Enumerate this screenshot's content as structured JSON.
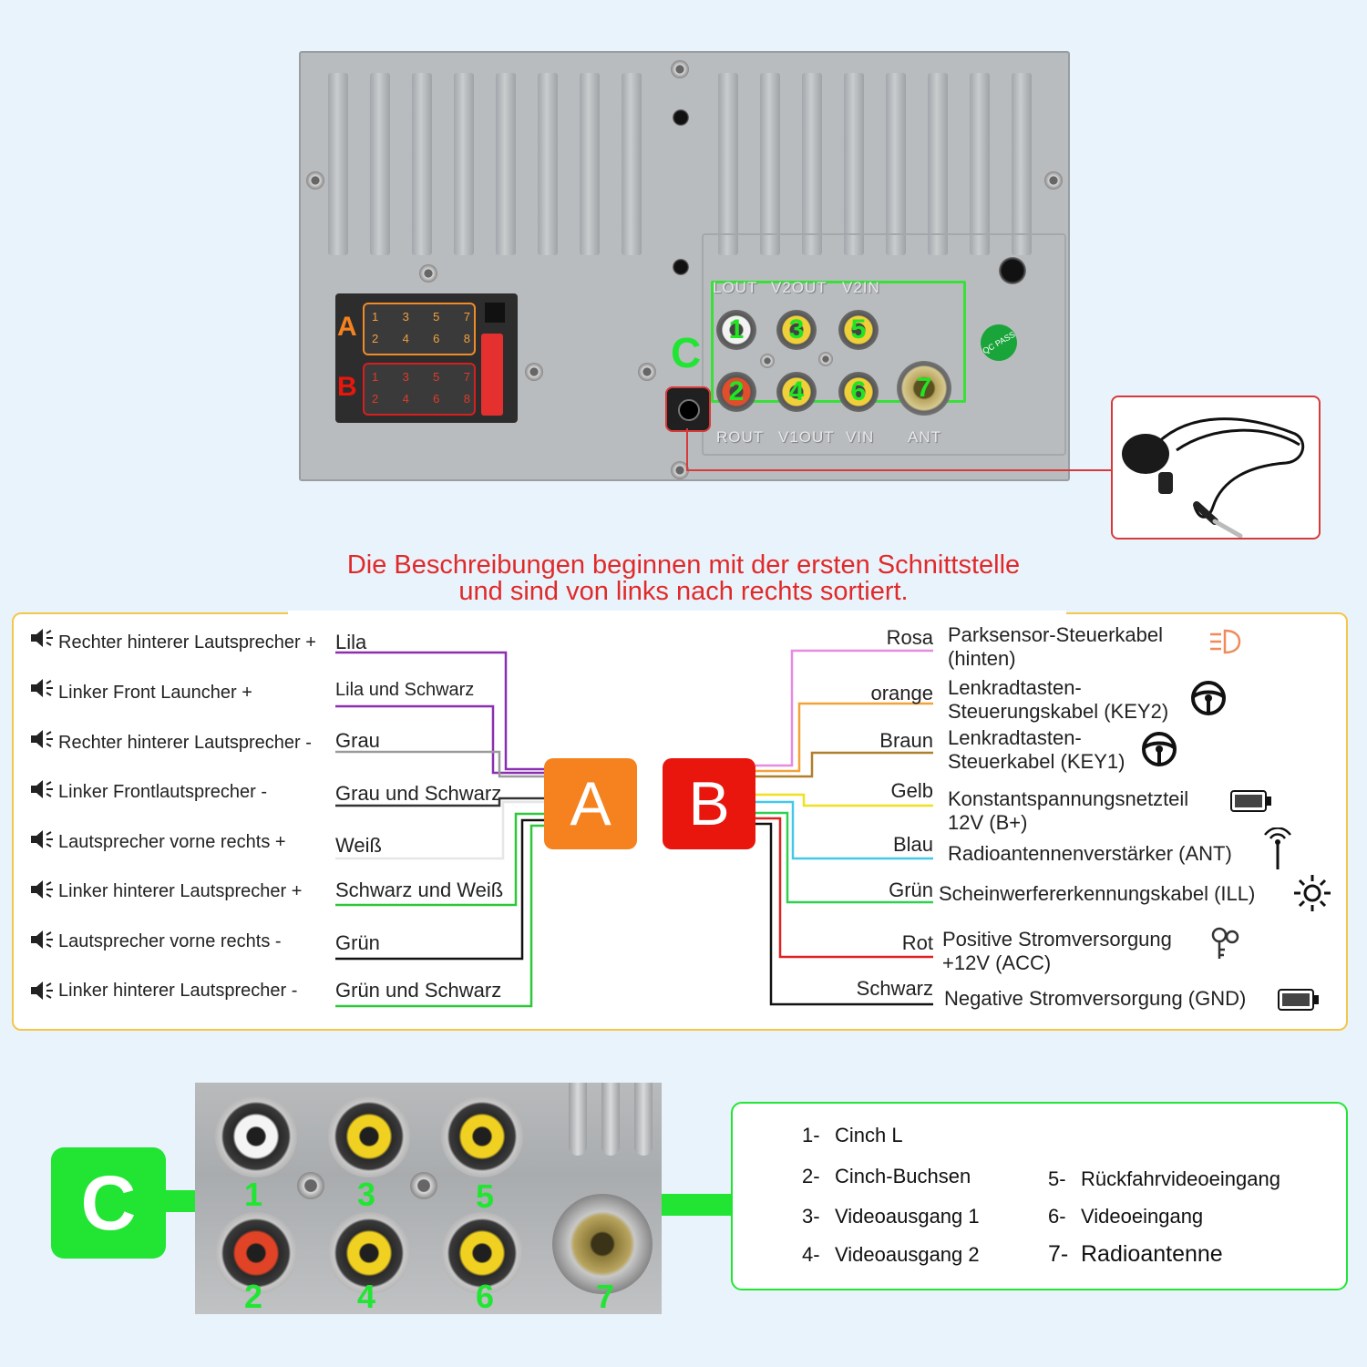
{
  "unit": {
    "connector_a_letter": "A",
    "connector_b_letter": "B",
    "connector_c_letter": "C",
    "pins_top": [
      "1",
      "3",
      "5",
      "7"
    ],
    "pins_bottom": [
      "2",
      "4",
      "6",
      "8"
    ],
    "rca_numbers": [
      "1",
      "3",
      "5",
      "2",
      "4",
      "6",
      "7"
    ],
    "port_labels_top": [
      "LOUT",
      "V2OUT",
      "V2IN"
    ],
    "port_labels_bottom": [
      "ROUT",
      "V1OUT",
      "VIN",
      "ANT"
    ]
  },
  "headline": {
    "line1": "Die Beschreibungen beginnen mit der ersten Schnittstelle",
    "line2": "und sind von links nach rechts sortiert."
  },
  "connector_a": {
    "label": "A",
    "color": "#f5821f",
    "rows": [
      {
        "desc": "Rechter hinterer Lautsprecher +",
        "color_name": "Lila",
        "wire": "#8a2fb0"
      },
      {
        "desc": "Linker Front Launcher +",
        "color_name": "Lila und Schwarz",
        "wire": "#8a2fb0"
      },
      {
        "desc": "Rechter hinterer Lautsprecher -",
        "color_name": "Grau",
        "wire": "#9a9a9a"
      },
      {
        "desc": "Linker Frontlautsprecher -",
        "color_name": "Grau und Schwarz",
        "wire": "#333333"
      },
      {
        "desc": "Lautsprecher vorne rechts +",
        "color_name": "Weiß",
        "wire": "#e6e6e6"
      },
      {
        "desc": "Linker hinterer Lautsprecher +",
        "color_name": "Schwarz und Weiß",
        "wire": "#2fc73a"
      },
      {
        "desc": "Lautsprecher vorne rechts -",
        "color_name": "Grün",
        "wire": "#111111"
      },
      {
        "desc": "Linker hinterer Lautsprecher -",
        "color_name": "Grün und Schwarz",
        "wire": "#2fc73a"
      }
    ]
  },
  "connector_b": {
    "label": "B",
    "color": "#e8160c",
    "rows": [
      {
        "color_name": "Rosa",
        "desc": [
          "Parksensor-Steuerkabel",
          "(hinten)"
        ],
        "icon": "parking-light-icon",
        "wire": "#e58be0"
      },
      {
        "color_name": "orange",
        "desc": [
          "Lenkradtasten-",
          "Steuerungskabel (KEY2)"
        ],
        "icon": "steering-wheel-icon",
        "wire": "#f3a23a"
      },
      {
        "color_name": "Braun",
        "desc": [
          "Lenkradtasten-",
          "Steuerkabel (KEY1)"
        ],
        "icon": "steering-wheel-icon",
        "wire": "#b07f2a"
      },
      {
        "color_name": "Gelb",
        "desc": [
          "Konstantspannungsnetzteil",
          "12V (B+)"
        ],
        "icon": "battery-icon",
        "wire": "#f0e020"
      },
      {
        "color_name": "Blau",
        "desc": [
          "Radioantennenverstärker (ANT)"
        ],
        "icon": "antenna-icon",
        "wire": "#45c8e8"
      },
      {
        "color_name": "Grün",
        "desc": [
          "Scheinwerfererkennungskabel (ILL)"
        ],
        "icon": "sun-icon",
        "wire": "#2fd050"
      },
      {
        "color_name": "Rot",
        "desc": [
          "Positive Stromversorgung",
          "+12V (ACC)"
        ],
        "icon": "key-icon",
        "wire": "#e02020"
      },
      {
        "color_name": "Schwarz",
        "desc": [
          "Negative Stromversorgung (GND)"
        ],
        "icon": "battery-icon",
        "wire": "#111111"
      }
    ]
  },
  "connector_c": {
    "label": "C",
    "color": "#22e533",
    "photo_numbers": [
      "1",
      "3",
      "5",
      "2",
      "4",
      "6",
      "7"
    ],
    "legend": [
      {
        "num": "1-",
        "text": "Cinch L"
      },
      {
        "num": "2-",
        "text": "Cinch-Buchsen"
      },
      {
        "num": "3-",
        "text": "Videoausgang 1"
      },
      {
        "num": "4-",
        "text": "Videoausgang 2"
      },
      {
        "num": "5-",
        "text": "Rückfahrvideoeingang"
      },
      {
        "num": "6-",
        "text": "Videoeingang"
      },
      {
        "num": "7-",
        "text": "Radioantenne"
      }
    ]
  }
}
